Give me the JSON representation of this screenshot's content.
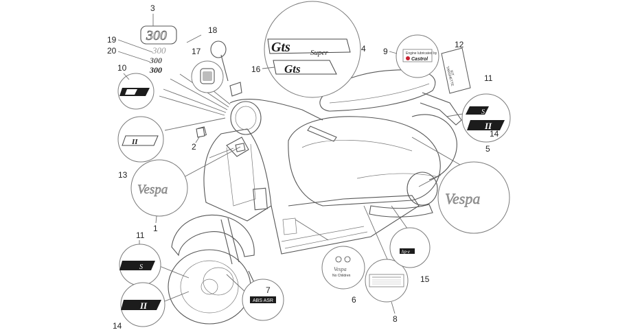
{
  "callouts": {
    "c1": "1",
    "c2": "2",
    "c3": "3",
    "c4": "4",
    "c5": "5",
    "c6": "6",
    "c7": "7",
    "c8": "8",
    "c9": "9",
    "c10": "10",
    "c11a": "11",
    "c11b": "11",
    "c12": "12",
    "c13": "13",
    "c14a": "14",
    "c14b": "14",
    "c15": "15",
    "c16": "16",
    "c17": "17",
    "c18": "18",
    "c19": "19",
    "c20": "20"
  },
  "decals": {
    "d300_big": "300",
    "d300_a": "300",
    "d300_b": "300",
    "d300_c": "300",
    "gts_super_main": "Gts",
    "gts_super_sub": "Super",
    "gts_plain": "Gts",
    "vespa_left": "Vespa",
    "vespa_right": "Vespa",
    "castrol_line": "Engine lubricated by",
    "castrol_brand": "Castrol",
    "kit_line1": "KIT",
    "kit_line2": "TARGHETTE",
    "abs_asr": "ABS ASR",
    "hpe": "hp·e",
    "s_left": "S",
    "s_right": "S",
    "m_left": "II",
    "m_right": "II",
    "panel_13": "II",
    "kids_brand": "Vespa",
    "kids_sub": "No Children"
  },
  "colors": {
    "line": "#555555",
    "decal_dark": "#1c1c1c",
    "decal_grey": "#9a9a9a",
    "castrol_red": "#c8202f"
  }
}
